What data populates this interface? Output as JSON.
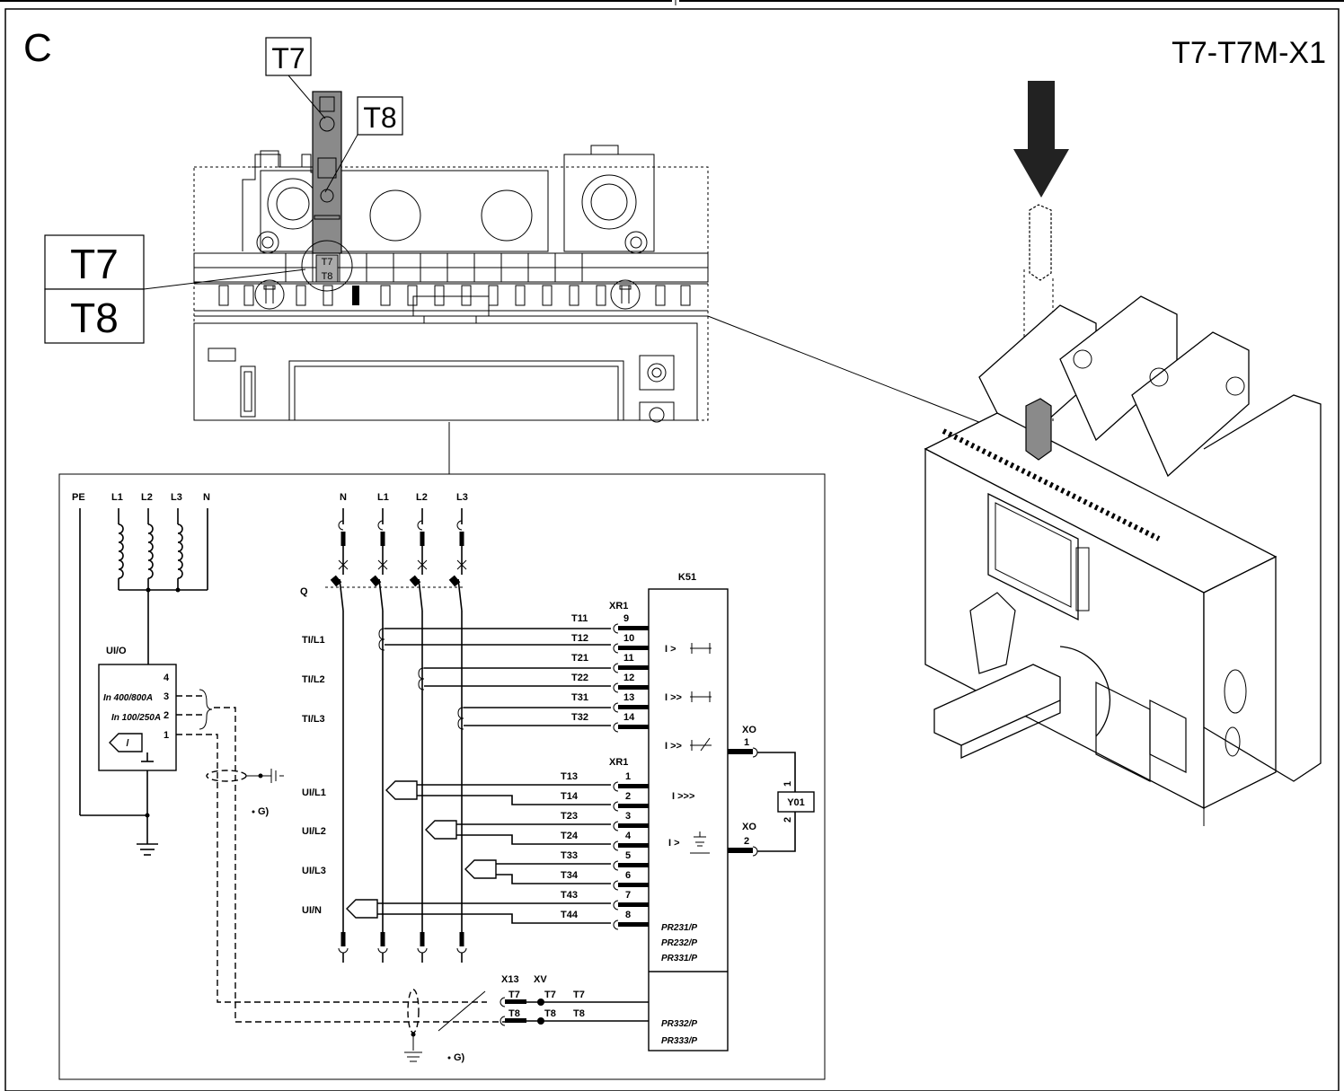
{
  "page": {
    "section_letter": "C",
    "model_code": "T7-T7M-X1"
  },
  "detail": {
    "callout_t7": "T7",
    "callout_t8": "T8",
    "big_label_t7": "T7",
    "big_label_t8": "T8",
    "terminal_t7": "T7",
    "terminal_t8": "T8"
  },
  "schematic": {
    "left_bus": [
      "PE",
      "L1",
      "L2",
      "L3",
      "N"
    ],
    "right_bus": [
      "N",
      "L1",
      "L2",
      "L3"
    ],
    "breaker": "Q",
    "sensor_box": "UI/O",
    "sensor_pins": [
      "4",
      "3",
      "2",
      "1"
    ],
    "sensor_ratings": [
      "In 400/800A",
      "In 100/250A"
    ],
    "ct_labels": [
      "TI/L1",
      "TI/L2",
      "TI/L3"
    ],
    "ui_labels": [
      "UI/L1",
      "UI/L2",
      "UI/L3",
      "UI/N"
    ],
    "relay": "K51",
    "xr1": "XR1",
    "xr1_b": "XR1",
    "terminals_top": [
      {
        "t": "T11",
        "n": "9"
      },
      {
        "t": "T12",
        "n": "10"
      },
      {
        "t": "T21",
        "n": "11"
      },
      {
        "t": "T22",
        "n": "12"
      },
      {
        "t": "T31",
        "n": "13"
      },
      {
        "t": "T32",
        "n": "14"
      }
    ],
    "terminals_bottom": [
      {
        "t": "T13",
        "n": "1"
      },
      {
        "t": "T14",
        "n": "2"
      },
      {
        "t": "T23",
        "n": "3"
      },
      {
        "t": "T24",
        "n": "4"
      },
      {
        "t": "T33",
        "n": "5"
      },
      {
        "t": "T34",
        "n": "6"
      },
      {
        "t": "T43",
        "n": "7"
      },
      {
        "t": "T44",
        "n": "8"
      }
    ],
    "protection_symbols": [
      "I >",
      "I >>",
      "I >>",
      "I >>>",
      "I >"
    ],
    "relay_models_a": [
      "PR231/P",
      "PR232/P",
      "PR331/P"
    ],
    "relay_models_b": [
      "PR332/P",
      "PR333/P"
    ],
    "xo": [
      "XO",
      "XO"
    ],
    "xo_pins": [
      "1",
      "2"
    ],
    "coil": "Y01",
    "coil_pins": [
      "1",
      "2"
    ],
    "connector_x13": "X13",
    "connector_xv": "XV",
    "x13_pins": [
      "T7",
      "T8"
    ],
    "xv_pins": [
      "T7",
      "T8"
    ],
    "line_t": [
      "T7",
      "T8"
    ],
    "note_g": "G)",
    "note_g2": "G)"
  }
}
